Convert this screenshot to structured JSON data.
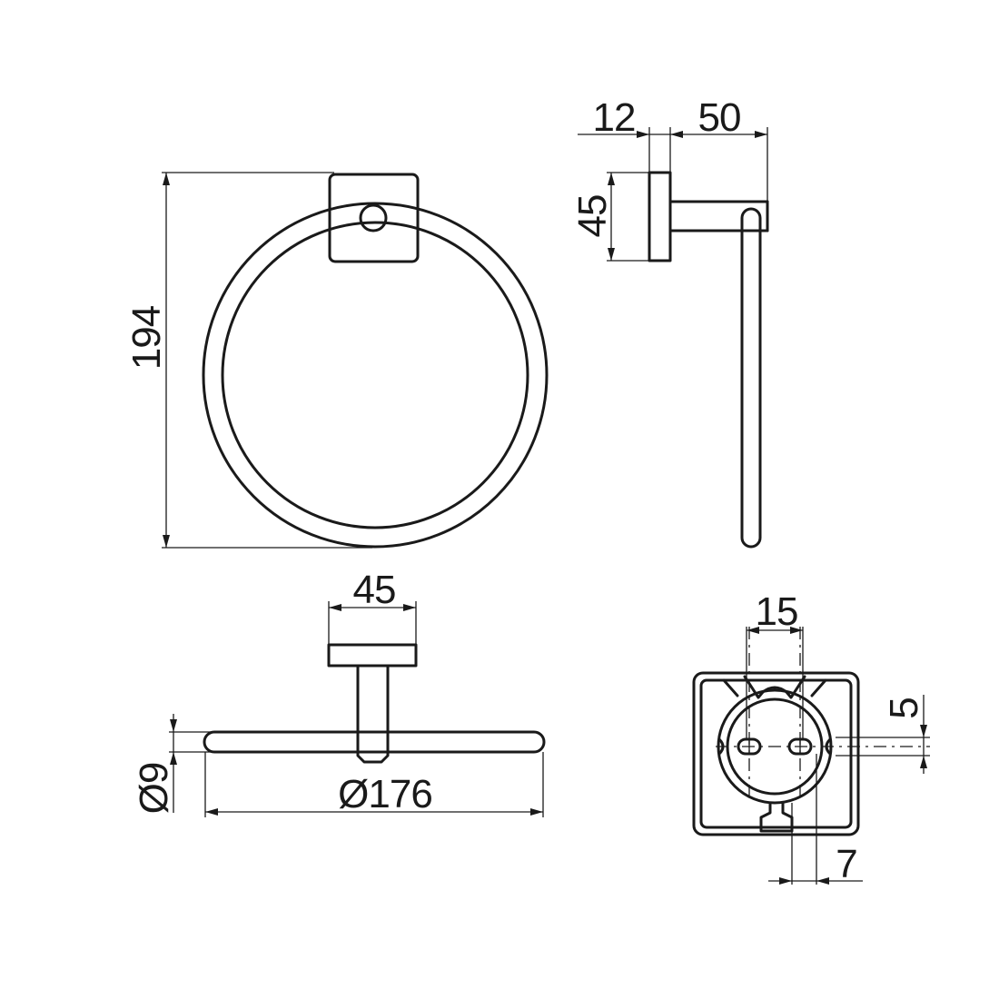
{
  "colors": {
    "line": "#1a1a1a",
    "background": "#ffffff"
  },
  "front_view": {
    "height_label": "194"
  },
  "side_view": {
    "plate_thickness_label": "12",
    "projection_label": "50",
    "plate_height_label": "45"
  },
  "top_view": {
    "plate_width_label": "45",
    "rod_diameter_label": "Ø9",
    "ring_diameter_label": "Ø176"
  },
  "back_view": {
    "hole_spacing_label": "15",
    "hole_offset_label": "5",
    "slot_width_label": "7"
  }
}
